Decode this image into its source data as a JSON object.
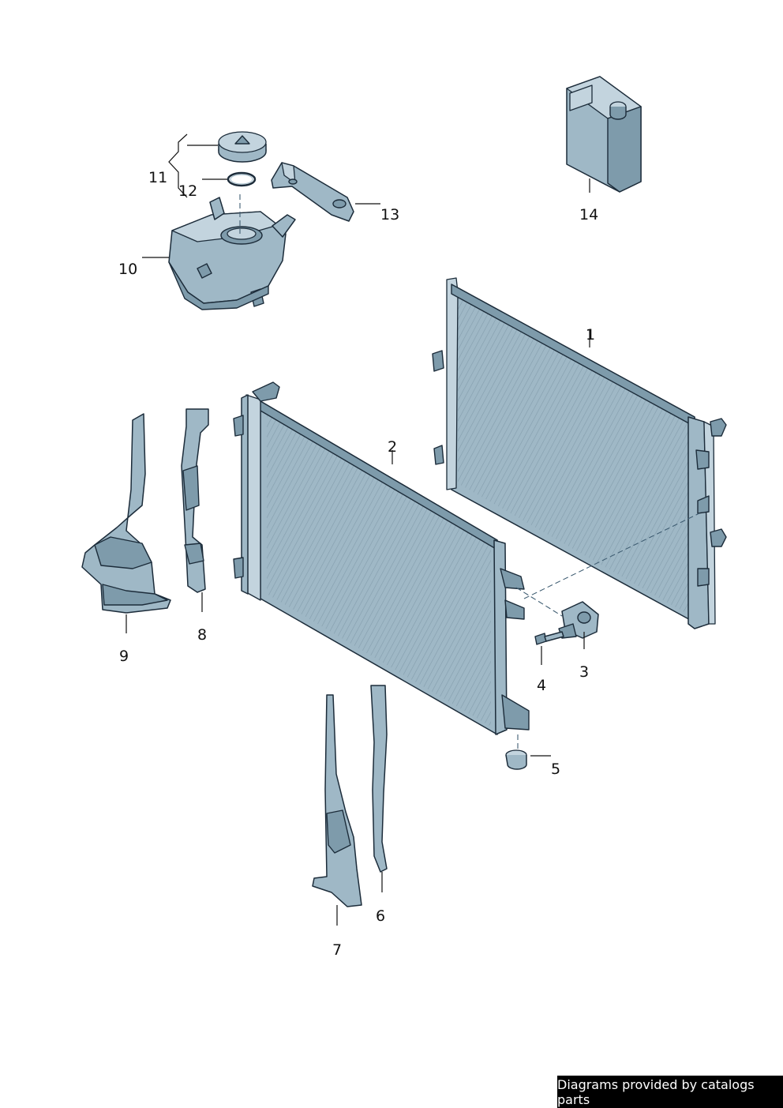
{
  "callouts": {
    "c1": "1",
    "c2": "2",
    "c3": "3",
    "c4": "4",
    "c5": "5",
    "c6": "6",
    "c7": "7",
    "c8": "8",
    "c9": "9",
    "c10": "10",
    "c11": "11",
    "c12": "12",
    "c13": "13",
    "c14": "14"
  },
  "footer": {
    "credit": "Diagrams provided by catalogs parts"
  },
  "colors": {
    "part_fill": "#9fb8c6",
    "outline": "#1c2c3a",
    "credit_bg": "#000000"
  }
}
